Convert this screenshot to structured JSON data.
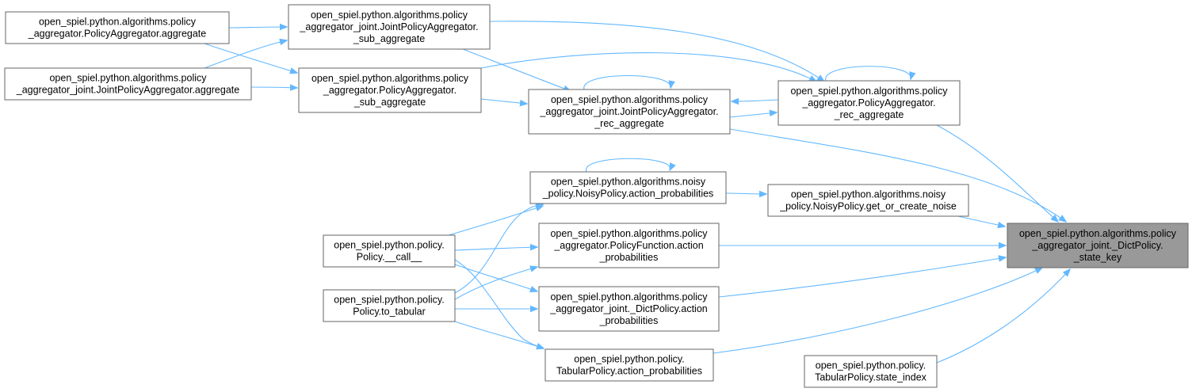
{
  "graph": {
    "edge_color": "#63b8ff",
    "target_fill": "#999999",
    "nodes": [
      {
        "id": "agg_aggregate",
        "lines": [
          "open_spiel.python.algorithms.policy",
          "_aggregator.PolicyAggregator.aggregate"
        ]
      },
      {
        "id": "joint_aggregate",
        "lines": [
          "open_spiel.python.algorithms.policy",
          "_aggregator_joint.JointPolicyAggregator.aggregate"
        ]
      },
      {
        "id": "joint_sub_aggregate",
        "lines": [
          "open_spiel.python.algorithms.policy",
          "_aggregator_joint.JointPolicyAggregator.",
          "_sub_aggregate"
        ]
      },
      {
        "id": "agg_sub_aggregate",
        "lines": [
          "open_spiel.python.algorithms.policy",
          "_aggregator.PolicyAggregator.",
          "_sub_aggregate"
        ]
      },
      {
        "id": "joint_rec_aggregate",
        "lines": [
          "open_spiel.python.algorithms.policy",
          "_aggregator_joint.JointPolicyAggregator.",
          "_rec_aggregate"
        ]
      },
      {
        "id": "agg_rec_aggregate",
        "lines": [
          "open_spiel.python.algorithms.policy",
          "_aggregator.PolicyAggregator.",
          "_rec_aggregate"
        ]
      },
      {
        "id": "noisy_action_probs",
        "lines": [
          "open_spiel.python.algorithms.noisy",
          "_policy.NoisyPolicy.action_probabilities"
        ]
      },
      {
        "id": "noisy_get_noise",
        "lines": [
          "open_spiel.python.algorithms.noisy",
          "_policy.NoisyPolicy.get_or_create_noise"
        ]
      },
      {
        "id": "policy_call",
        "lines": [
          "open_spiel.python.policy.",
          "Policy.__call__"
        ]
      },
      {
        "id": "policy_to_tabular",
        "lines": [
          "open_spiel.python.policy.",
          "Policy.to_tabular"
        ]
      },
      {
        "id": "policyfunction_action_probs",
        "lines": [
          "open_spiel.python.algorithms.policy",
          "_aggregator.PolicyFunction.action",
          "_probabilities"
        ]
      },
      {
        "id": "dictpolicy_action_probs",
        "lines": [
          "open_spiel.python.algorithms.policy",
          "_aggregator_joint._DictPolicy.action",
          "_probabilities"
        ]
      },
      {
        "id": "tabular_action_probs",
        "lines": [
          "open_spiel.python.policy.",
          "TabularPolicy.action_probabilities"
        ]
      },
      {
        "id": "tabular_state_index",
        "lines": [
          "open_spiel.python.policy.",
          "TabularPolicy.state_index"
        ]
      },
      {
        "id": "dictpolicy_state_key",
        "lines": [
          "open_spiel.python.algorithms.policy",
          "_aggregator_joint._DictPolicy.",
          "_state_key"
        ]
      }
    ],
    "edges": [
      {
        "from": "agg_aggregate",
        "to": "joint_sub_aggregate"
      },
      {
        "from": "agg_aggregate",
        "to": "agg_sub_aggregate"
      },
      {
        "from": "joint_aggregate",
        "to": "joint_sub_aggregate"
      },
      {
        "from": "joint_aggregate",
        "to": "agg_sub_aggregate"
      },
      {
        "from": "joint_sub_aggregate",
        "to": "joint_rec_aggregate"
      },
      {
        "from": "joint_sub_aggregate",
        "to": "agg_rec_aggregate"
      },
      {
        "from": "agg_sub_aggregate",
        "to": "joint_rec_aggregate"
      },
      {
        "from": "agg_sub_aggregate",
        "to": "agg_rec_aggregate"
      },
      {
        "from": "joint_rec_aggregate",
        "to": "joint_rec_aggregate"
      },
      {
        "from": "joint_rec_aggregate",
        "to": "agg_rec_aggregate"
      },
      {
        "from": "agg_rec_aggregate",
        "to": "joint_rec_aggregate"
      },
      {
        "from": "agg_rec_aggregate",
        "to": "agg_rec_aggregate"
      },
      {
        "from": "joint_rec_aggregate",
        "to": "dictpolicy_state_key"
      },
      {
        "from": "agg_rec_aggregate",
        "to": "dictpolicy_state_key"
      },
      {
        "from": "noisy_action_probs",
        "to": "noisy_action_probs"
      },
      {
        "from": "noisy_action_probs",
        "to": "noisy_get_noise"
      },
      {
        "from": "noisy_get_noise",
        "to": "dictpolicy_state_key"
      },
      {
        "from": "policy_call",
        "to": "noisy_action_probs"
      },
      {
        "from": "policy_call",
        "to": "policyfunction_action_probs"
      },
      {
        "from": "policy_call",
        "to": "dictpolicy_action_probs"
      },
      {
        "from": "policy_call",
        "to": "tabular_action_probs"
      },
      {
        "from": "policy_to_tabular",
        "to": "noisy_action_probs"
      },
      {
        "from": "policy_to_tabular",
        "to": "policyfunction_action_probs"
      },
      {
        "from": "policy_to_tabular",
        "to": "dictpolicy_action_probs"
      },
      {
        "from": "policy_to_tabular",
        "to": "tabular_action_probs"
      },
      {
        "from": "policyfunction_action_probs",
        "to": "dictpolicy_state_key"
      },
      {
        "from": "dictpolicy_action_probs",
        "to": "dictpolicy_state_key"
      },
      {
        "from": "tabular_action_probs",
        "to": "dictpolicy_state_key"
      },
      {
        "from": "tabular_state_index",
        "to": "dictpolicy_state_key"
      }
    ]
  }
}
